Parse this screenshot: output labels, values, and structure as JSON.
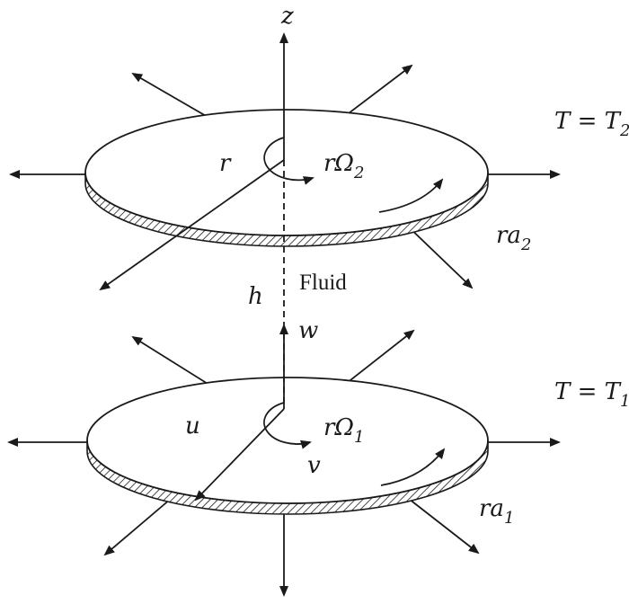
{
  "labels": {
    "axis_z": "z",
    "top_temp": "T = T",
    "top_temp_sub": "2",
    "top_radius": "r",
    "top_rotation": "rΩ",
    "top_rotation_sub": "2",
    "top_stretch": "ra",
    "top_stretch_sub": "2",
    "gap_height": "h",
    "fluid": "Fluid",
    "velocity_w": "w",
    "bottom_temp": "T = T",
    "bottom_temp_sub": "1",
    "velocity_u": "u",
    "bottom_rotation": "rΩ",
    "bottom_rotation_sub": "1",
    "velocity_v": "v",
    "bottom_stretch": "ra",
    "bottom_stretch_sub": "1"
  },
  "colors": {
    "ink": "#1a1a1a",
    "background": "#ffffff"
  },
  "icons": {
    "arrowhead": "filled-triangle-arrowhead"
  }
}
